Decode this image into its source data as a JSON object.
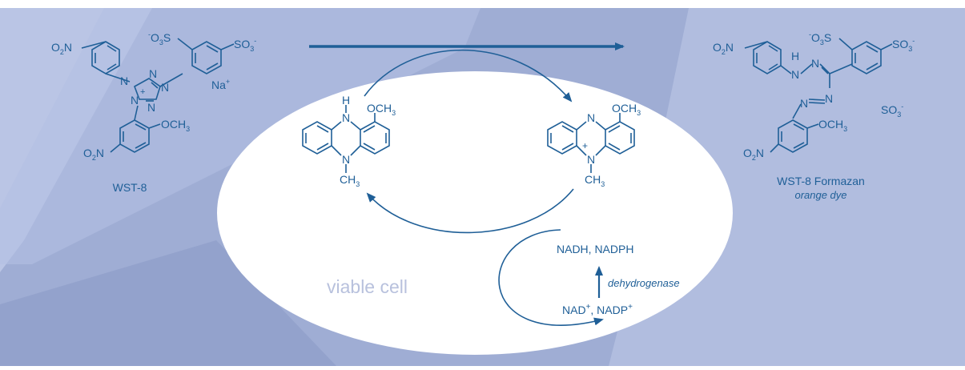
{
  "colors": {
    "ink": "#1f5f97",
    "panel_dark": "#8f9fc8",
    "panel_mid": "#a9b6d9",
    "panel_light": "#c4cde8",
    "cell_label": "#b8c1dd",
    "cell_fill": "#ffffff"
  },
  "wst8": {
    "name": "WST-8",
    "counter_ion": "Na",
    "counter_ion_sup": "+",
    "nitro": "O",
    "nitro_sub": "2",
    "nitro_n": "N",
    "sulfonate_a_o": "O",
    "sulfonate_a_sub": "3",
    "sulfonate_a_s": "S",
    "sulfonate_a_minus": "-",
    "sulfonate_b": "SO",
    "sulfonate_b_sub": "3",
    "sulfonate_b_sup": "-",
    "n_atom": "N",
    "plus": "+",
    "methoxy": "OCH",
    "methoxy_sub": "3"
  },
  "formazan": {
    "name": "WST-8 Formazan",
    "subtitle": "orange dye",
    "h_atom": "H",
    "free_sulfonate": "SO",
    "free_sulfonate_sub": "3",
    "free_sulfonate_sup": "-"
  },
  "mediator": {
    "h_atom": "H",
    "n_atom": "N",
    "methoxy": "OCH",
    "methoxy_sub": "3",
    "methyl": "CH",
    "methyl_sub": "3",
    "plus": "+"
  },
  "cell": {
    "label": "viable cell",
    "nadh": "NADH, NADPH",
    "nad": "NAD",
    "nad_sup": "+",
    "nad_mid": ", NADP",
    "nadp_sup": "+",
    "enzyme": "dehydrogenase"
  }
}
